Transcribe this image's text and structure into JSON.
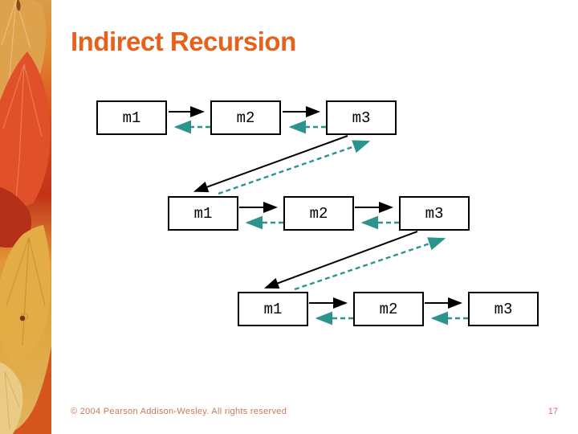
{
  "slide": {
    "title": "Indirect Recursion",
    "footer": "© 2004 Pearson Addison-Wesley. All rights reserved",
    "page_number": "17"
  },
  "colors": {
    "title_text": "#E8611C",
    "call_arrow": "#000000",
    "return_arrow": "#2A948D",
    "footer_text": "#C8785A",
    "box_border": "#000000",
    "background": "#FFFFFF"
  },
  "diagram": {
    "rows": [
      {
        "name": "call-level-1",
        "boxes": [
          {
            "label": "m1"
          },
          {
            "label": "m2"
          },
          {
            "label": "m3"
          }
        ]
      },
      {
        "name": "call-level-2",
        "boxes": [
          {
            "label": "m1"
          },
          {
            "label": "m2"
          },
          {
            "label": "m3"
          }
        ]
      },
      {
        "name": "call-level-3",
        "boxes": [
          {
            "label": "m1"
          },
          {
            "label": "m2"
          },
          {
            "label": "m3"
          }
        ]
      }
    ],
    "arrows": [
      {
        "type": "call",
        "style": "solid-black",
        "from": "row1.m1",
        "to": "row1.m2"
      },
      {
        "type": "call",
        "style": "solid-black",
        "from": "row1.m2",
        "to": "row1.m3"
      },
      {
        "type": "return",
        "style": "dashed-teal",
        "from": "row1.m2",
        "to": "row1.m1"
      },
      {
        "type": "return",
        "style": "dashed-teal",
        "from": "row1.m3",
        "to": "row1.m2"
      },
      {
        "type": "call",
        "style": "solid-black",
        "from": "row1.m3",
        "to": "row2.m1"
      },
      {
        "type": "return",
        "style": "dashed-teal",
        "from": "row2.m1",
        "to": "row1.m3"
      },
      {
        "type": "call",
        "style": "solid-black",
        "from": "row2.m1",
        "to": "row2.m2"
      },
      {
        "type": "call",
        "style": "solid-black",
        "from": "row2.m2",
        "to": "row2.m3"
      },
      {
        "type": "return",
        "style": "dashed-teal",
        "from": "row2.m2",
        "to": "row2.m1"
      },
      {
        "type": "return",
        "style": "dashed-teal",
        "from": "row2.m3",
        "to": "row2.m2"
      },
      {
        "type": "call",
        "style": "solid-black",
        "from": "row2.m3",
        "to": "row3.m1"
      },
      {
        "type": "return",
        "style": "dashed-teal",
        "from": "row3.m1",
        "to": "row2.m3"
      },
      {
        "type": "call",
        "style": "solid-black",
        "from": "row3.m1",
        "to": "row3.m2"
      },
      {
        "type": "call",
        "style": "solid-black",
        "from": "row3.m2",
        "to": "row3.m3"
      },
      {
        "type": "return",
        "style": "dashed-teal",
        "from": "row3.m2",
        "to": "row3.m1"
      },
      {
        "type": "return",
        "style": "dashed-teal",
        "from": "row3.m3",
        "to": "row3.m2"
      }
    ]
  }
}
